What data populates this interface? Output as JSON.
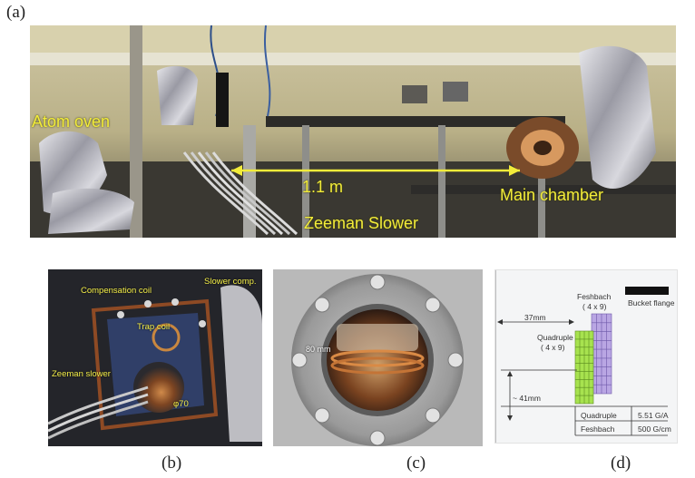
{
  "panels": {
    "a": {
      "letter": "(a)",
      "labels": {
        "atom_oven": "Atom oven",
        "distance": "1.1 m",
        "main_chamber": "Main chamber",
        "zeeman_slower": "Zeeman Slower"
      }
    },
    "b": {
      "letter": "(b)",
      "labels": {
        "compensation_coil": "Compensation coil",
        "slower_comp": "Slower comp.",
        "trap_coil": "Trap coil",
        "zeeman_slower": "Zeeman slower",
        "phi": "φ70"
      }
    },
    "c": {
      "letter": "(c)",
      "labels": {
        "measure": "80 mm"
      }
    },
    "d": {
      "letter": "(d)",
      "labels": {
        "feshbach": "Feshbach",
        "feshbach_dims": "( 4 x 9)",
        "bucket_flange": "Bucket flange",
        "dim_37": "37mm",
        "quadruple": "Quadruple",
        "quadruple_dims": "( 4 x 9)",
        "dim_41": "~ 41mm"
      },
      "table": [
        {
          "name": "Quadruple",
          "value": "5.51 G/A"
        },
        {
          "name": "Feshbach",
          "value": "500 G/cm"
        }
      ],
      "colors": {
        "green": "#a7e24f",
        "purple": "#b9a6e3",
        "flange": "#111111"
      }
    }
  }
}
